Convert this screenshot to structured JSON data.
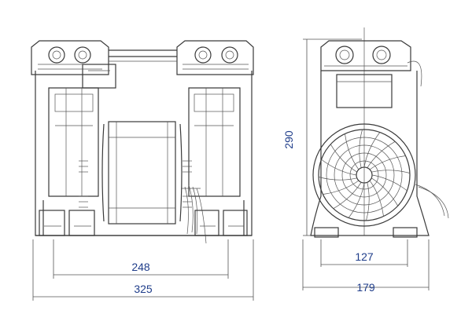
{
  "dimensions": {
    "front_inner_width": "248",
    "front_outer_width": "325",
    "height": "290",
    "side_inner_width": "127",
    "side_outer_width": "179"
  },
  "colors": {
    "dimension_text": "#1f3d8a",
    "line": "#3a3a3a"
  }
}
